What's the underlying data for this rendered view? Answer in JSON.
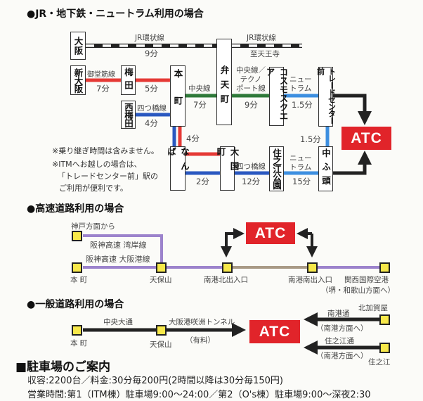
{
  "rail": {
    "title": "●JR・地下鉄・ニュートラム利用の場合",
    "stations": {
      "osaka": "大阪",
      "shin_osaka": "新大阪",
      "umeda": "梅田",
      "nishi_umeda": "西梅田",
      "honmachi": "本町",
      "bentencho": "弁天町",
      "namba": "なんば",
      "daikokucho": "大国町",
      "cosmo_square": "コスモスクエア",
      "trade_center_mae": "トレードセンター前",
      "nakafuto": "中ふ頭",
      "suminoe_koen": "住之江公園"
    },
    "lines": {
      "jr_loop_left": "JR環状線",
      "jr_loop_left_time": "9分",
      "jr_loop_right": "JR環状線",
      "jr_loop_right_dest": "至天王寺",
      "midosuji": "御堂筋線",
      "midosuji_time1": "7分",
      "midosuji_time2": "5分",
      "yotsubashi": "四つ橋線",
      "yotsubashi_time": "4分",
      "honmachi_namba_time": "4分",
      "chuo": "中央線",
      "chuo_time": "7分",
      "chuo_techno_1": "中央線／",
      "chuo_techno_2": "テクノ",
      "chuo_techno_3": "ポート線",
      "chuo_techno_time": "9分",
      "newtram_1a": "ニュー",
      "newtram_1b": "トラム",
      "newtram_1_time": "1.5分",
      "newtram_vertical_time": "1.5分",
      "namba_daikoku_time": "2分",
      "yotsubashi2": "四つ橋線",
      "yotsubashi2_time": "12分",
      "newtram_2a": "ニュー",
      "newtram_2b": "トラム",
      "newtram_2_time": "15分"
    },
    "atc": "ATC",
    "notes": [
      "※乗り継ぎ時間は含みません。",
      "※ITMへお越しの場合は、",
      "「トレードセンター前」駅の",
      "ご利用が便利です。"
    ]
  },
  "expressway": {
    "title": "●高速道路利用の場合",
    "from_kobe": "神戸方面から",
    "wangan": "阪神高速 湾岸線",
    "osakako": "阪神高速 大阪港線",
    "honmachi": "本 町",
    "tempozan": "天保山",
    "nanko_kita": "南港北出入口",
    "nanko_minami": "南港南出入口",
    "kix": "関西国際空港",
    "kix_sub": "（堺・和歌山方面へ）",
    "atc": "ATC"
  },
  "local_road": {
    "title": "●一般道路利用の場合",
    "chuo_odori": "中央大通",
    "tunnel": "大阪港咲洲トンネル",
    "toll": "（有料）",
    "honmachi": "本 町",
    "tempozan": "天保山",
    "kitakagaya": "北加賀屋",
    "nanko_dori": "南港通",
    "nanko_dir1": "（南港方面へ）",
    "suminoe_dori": "住之江通",
    "nanko_dir2": "（南港方面へ）",
    "suminoe": "住之江",
    "atc": "ATC"
  },
  "parking": {
    "title": "■駐車場のご案内",
    "line1": "収容:2200台／料金:30分毎200円(2時間以降は30分毎150円)",
    "line2": "営業時間:第1（ITM棟）駐車場9:00～24:00／第2（O's棟）駐車場9:00～深夜2:30"
  },
  "colors": {
    "atc_red": "#e1242a",
    "midosuji": "#e53935",
    "yotsubashi": "#2a58c0",
    "chuo": "#2f7a3a",
    "newtram": "#3d8fe0",
    "expressway": "#9c83cc",
    "expressway_mid": "#a99a86",
    "node": "#f7e84a"
  }
}
